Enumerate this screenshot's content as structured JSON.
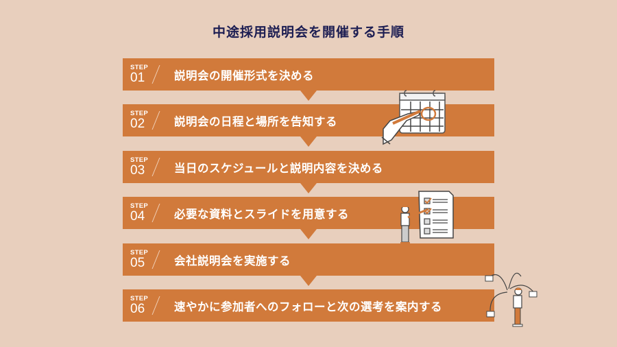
{
  "title": "中途採用説明会を開催する手順",
  "colors": {
    "background": "#e8cfbd",
    "step_bar": "#d17a3b",
    "title_text": "#1c1d52",
    "step_text": "#ffffff"
  },
  "step_prefix": "STEP",
  "steps": [
    {
      "number": "01",
      "label": "説明会の開催形式を決める"
    },
    {
      "number": "02",
      "label": "説明会の日程と場所を告知する"
    },
    {
      "number": "03",
      "label": "当日のスケジュールと説明内容を決める"
    },
    {
      "number": "04",
      "label": "必要な資料とスライドを用意する"
    },
    {
      "number": "05",
      "label": "会社説明会を実施する"
    },
    {
      "number": "06",
      "label": "速やかに参加者へのフォローと次の選考を案内する"
    }
  ],
  "illustrations": [
    {
      "name": "calendar-with-pen",
      "near_step": "02"
    },
    {
      "name": "person-with-checklist",
      "near_step": "04"
    },
    {
      "name": "person-sending-emails",
      "near_step": "06"
    }
  ]
}
